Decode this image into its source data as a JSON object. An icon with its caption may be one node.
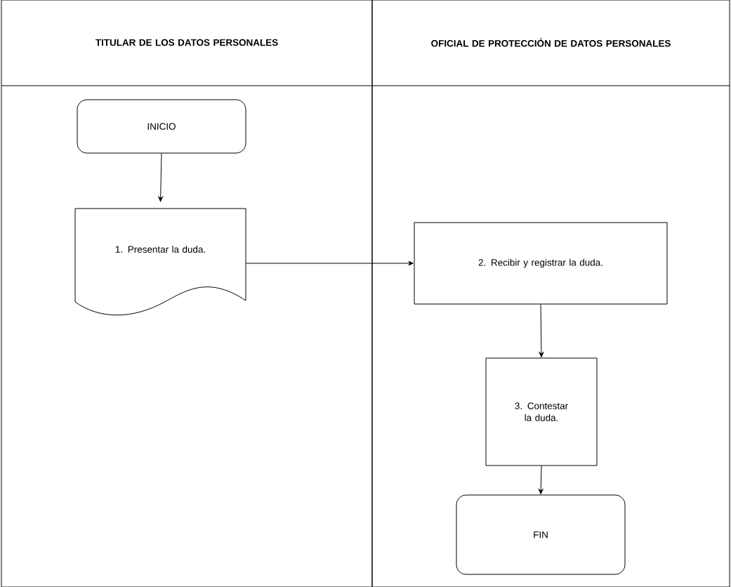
{
  "diagram": {
    "nodes": [
      {
        "text": [
          "TITULAR DE LOS DATOS PERSONALES"
        ]
      },
      {
        "text": [
          "OFICIAL DE PROTECCIÓN DE DATOS PERSONALES"
        ]
      },
      {
        "text": [
          "INICIO"
        ],
        "in": 0
      },
      {
        "text": [
          "1. Presentar la duda."
        ],
        "in": 0
      },
      {
        "text": [
          "2. Recibir y registrar la duda."
        ],
        "in": 1
      },
      {
        "text": [
          "3. Contestar la duda."
        ],
        "in": 1
      },
      {
        "text": [
          "FIN"
        ],
        "in": 1
      }
    ],
    "edges": [
      {
        "from": 2,
        "to": 3,
        "arrow": "to"
      },
      {
        "from": 3,
        "to": 4,
        "arrow": "to"
      },
      {
        "from": 4,
        "to": 5,
        "arrow": "to"
      },
      {
        "from": 5,
        "to": 6,
        "arrow": "to"
      }
    ]
  }
}
